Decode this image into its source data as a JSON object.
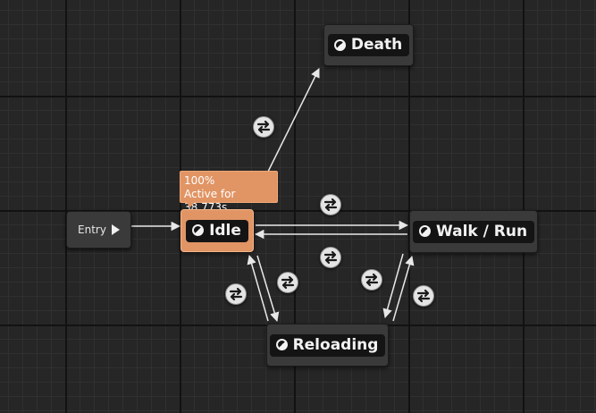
{
  "entry": {
    "label": "Entry",
    "icon": "play-arrow-icon"
  },
  "states": {
    "death": {
      "label": "Death",
      "icon": "state-icon"
    },
    "idle": {
      "label": "Idle",
      "icon": "state-icon",
      "active": true
    },
    "walk_run": {
      "label": "Walk / Run",
      "icon": "state-icon"
    },
    "reloading": {
      "label": "Reloading",
      "icon": "state-icon"
    }
  },
  "tooltip": {
    "weight": "100%",
    "status": "Active for 38.773s"
  },
  "transition_rule_icon": "transition-rule-icon",
  "colors": {
    "active_state": "#e19464",
    "state": "#3a3a3a",
    "wire": "#e8e8e8"
  }
}
